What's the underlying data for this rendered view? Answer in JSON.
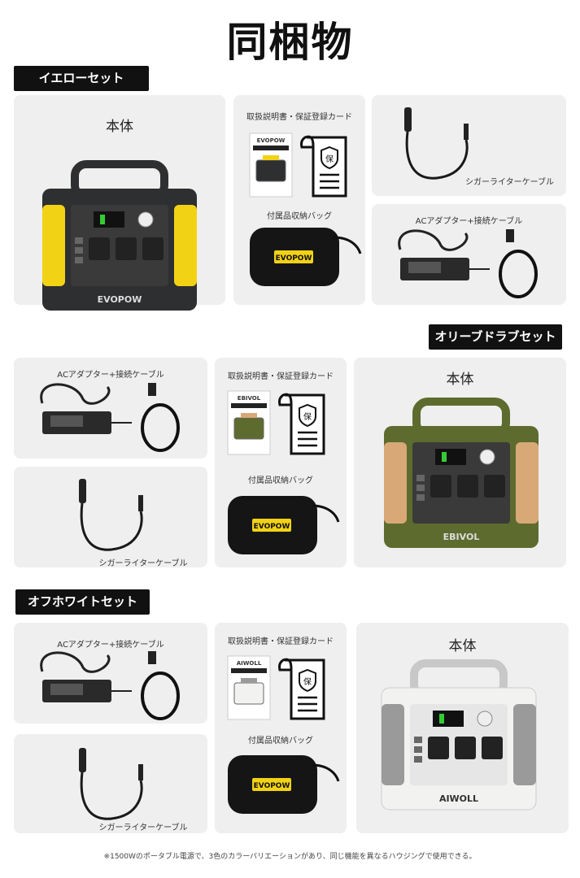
{
  "title": "同梱物",
  "labels": {
    "main": "本体",
    "manual": "取扱説明書・保証登録カード",
    "bag": "付属品収納バッグ",
    "cigar": "シガーライターケーブル",
    "ac": "ACアダプター+接続ケーブル",
    "warranty_glyph": "保"
  },
  "sets": [
    {
      "name": "イエローセット",
      "body_color": "#2e2f31",
      "accent_color": "#f2d215",
      "brand": "EVOPOW"
    },
    {
      "name": "オリーブドラブセット",
      "body_color": "#5e6b2e",
      "accent_color": "#d8a977",
      "brand": "EBIVOL"
    },
    {
      "name": "オフホワイトセット",
      "body_color": "#f2f2f0",
      "accent_color": "#9a9a9a",
      "brand": "AIWOLL"
    }
  ],
  "bag_brand": "EVOPOW",
  "footnote": "※1500Wのポータブル電源で、3色のカラーバリエーションがあり、同じ機能を異なるハウジングで使用できる。"
}
